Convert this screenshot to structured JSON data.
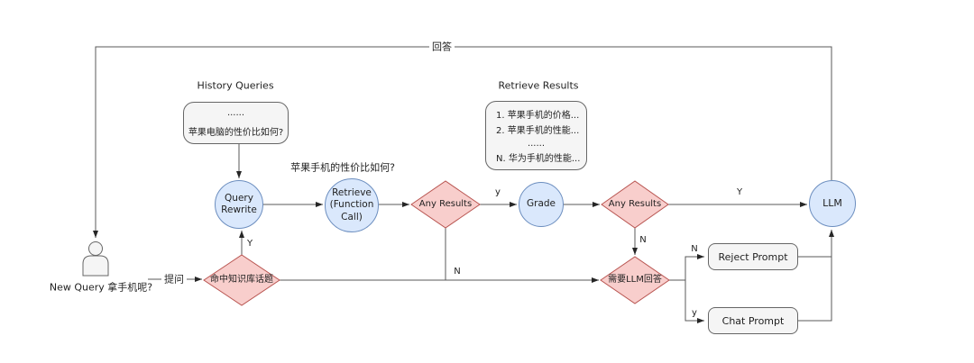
{
  "diagram": {
    "actor": {
      "label": "New Query 拿手机呢?"
    },
    "history": {
      "title": "History Queries",
      "row1": "......",
      "row2": "苹果电脑的性价比如何?"
    },
    "retrieve_results": {
      "title": "Retrieve Results",
      "row1": "1. 苹果手机的价格...",
      "row2": "2. 苹果手机的性能...",
      "row3": "......",
      "row4": "N. 华为手机的性能..."
    },
    "nodes": {
      "query_rewrite": "Query Rewrite",
      "retrieve": "Retrieve (Function Call)",
      "any_results_first": "Any Results",
      "grade": "Grade",
      "any_results_second": "Any Results",
      "llm": "LLM",
      "hit_topic": "命中知识库话题",
      "need_llm_answer": "需要LLM回答",
      "reject_prompt": "Reject Prompt",
      "chat_prompt": "Chat Prompt"
    },
    "edge_labels": {
      "answer": "回答",
      "ask": "提问",
      "rewritten_query": "苹果手机的性价比如何?",
      "hit_topic_yes": "Y",
      "any_first_yes": "y",
      "any_first_no": "N",
      "any_second_yes": "Y",
      "any_second_no": "N",
      "reject_branch": "N",
      "chat_branch": "y"
    },
    "colors": {
      "process_fill": "#dae8fc",
      "process_border": "#6c8ebf",
      "decision_fill": "#f8cecc",
      "decision_border": "#b85450",
      "box_fill": "#f5f5f5",
      "box_border": "#666666",
      "connector": "#595959"
    }
  }
}
